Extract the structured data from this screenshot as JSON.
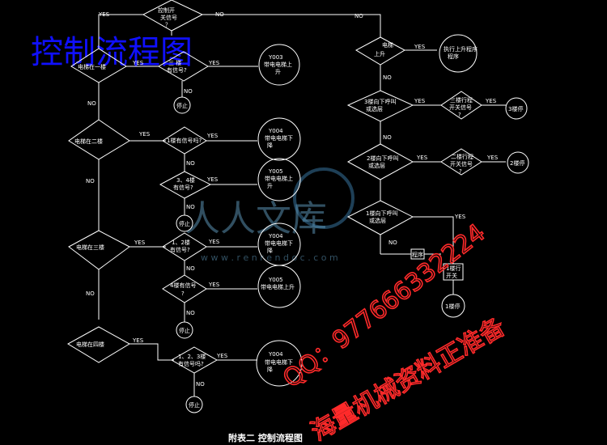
{
  "title": "控制流程图",
  "caption": "附表二   控制流程图",
  "edge_labels": {
    "yes": "YES",
    "no": "NO"
  },
  "nodes": {
    "d_start": "控制开关信号?",
    "d_floor1": "电梯在一楼",
    "d_floor1_q": "三 楼 有信号?",
    "out_y003": "Y003 带电电梯上升",
    "stop_1": "停止",
    "d_floor2": "电梯在二楼",
    "d_floor2_q1": "1楼有信号吗?",
    "out_y004_a": "Y004 带电电梯下降",
    "d_floor2_q3": "3、4楼有信号?",
    "out_y005_a": "Y005 带电电梯上升",
    "stop_2": "停止",
    "d_floor3": "电梯在三楼",
    "d_floor3_q12": "1、2楼有信号?",
    "out_y004_b": "Y004 带电电梯下降",
    "d_floor3_q4": "4楼有信号?",
    "out_y005_b": "Y005 带电电梯上升",
    "stop_3": "停止",
    "d_floor4": "电梯在四楼",
    "d_floor4_q": "1、2、3楼有信号吗?",
    "out_y004_c": "Y004 带电电梯下降",
    "stop_4": "停止",
    "d_up": "电梯上升",
    "out_up": "执行上升程序程序",
    "d_q3down": "3楼向下呼叫或选层",
    "d_sw3": "三楼行程开关信号?",
    "out_3": "3楼停",
    "d_q2down": "2楼向下呼叫或选层",
    "d_sw2": "二楼行程开关信号?",
    "out_2": "2楼停",
    "d_q1down": "1楼向下呼叫或选层",
    "box_small": "程序",
    "box_sw1": "1楼行程开关",
    "out_1": "1楼停"
  },
  "watermark": {
    "brand": "人人文库",
    "url": "w w w . r e n r e n d o c . c o m",
    "qq": "QQ：977666332224",
    "contact": "海量机械资料正准备"
  }
}
